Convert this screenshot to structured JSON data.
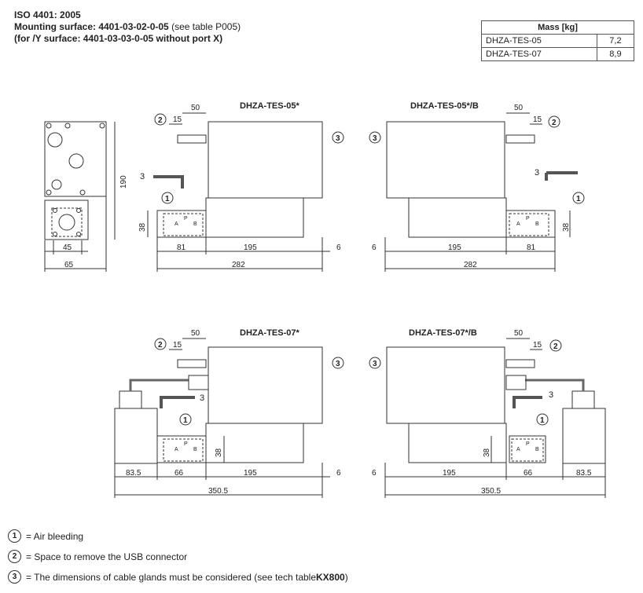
{
  "header": {
    "line1": "ISO 4401: 2005",
    "line2_bold": "Mounting surface: 4401-03-02-0-05",
    "line2_normal": " (see table P005)",
    "line3": "(for /Y surface: 4401-03-03-0-05 without port X)"
  },
  "mass_table": {
    "header": "Mass [kg]",
    "rows": [
      {
        "model": "DHZA-TES-05",
        "mass": "7,2"
      },
      {
        "model": "DHZA-TES-07",
        "mass": "8,9"
      }
    ]
  },
  "views": {
    "tes05": "DHZA-TES-05*",
    "tes05b": "DHZA-TES-05*/B",
    "tes07": "DHZA-TES-07*",
    "tes07b": "DHZA-TES-07*/B"
  },
  "dims": {
    "d50": "50",
    "d15": "15",
    "d195": "195",
    "d81": "81",
    "d6": "6",
    "d282": "282",
    "d38": "38",
    "d45": "45",
    "d65": "65",
    "d190": "190",
    "d83_5": "83.5",
    "d66": "66",
    "d350_5": "350.5",
    "d3": "3",
    "c1": "1",
    "c2": "2",
    "c3": "3",
    "pA": "A",
    "pP": "P",
    "pB": "B"
  },
  "legend": [
    {
      "num": "1",
      "text": "= Air bleeding"
    },
    {
      "num": "2",
      "text": "= Space to remove the USB connector"
    },
    {
      "num": "3",
      "text_before": "= The dimensions of cable glands must be considered (see tech table ",
      "text_bold": "KX800",
      "text_after": ")"
    }
  ]
}
